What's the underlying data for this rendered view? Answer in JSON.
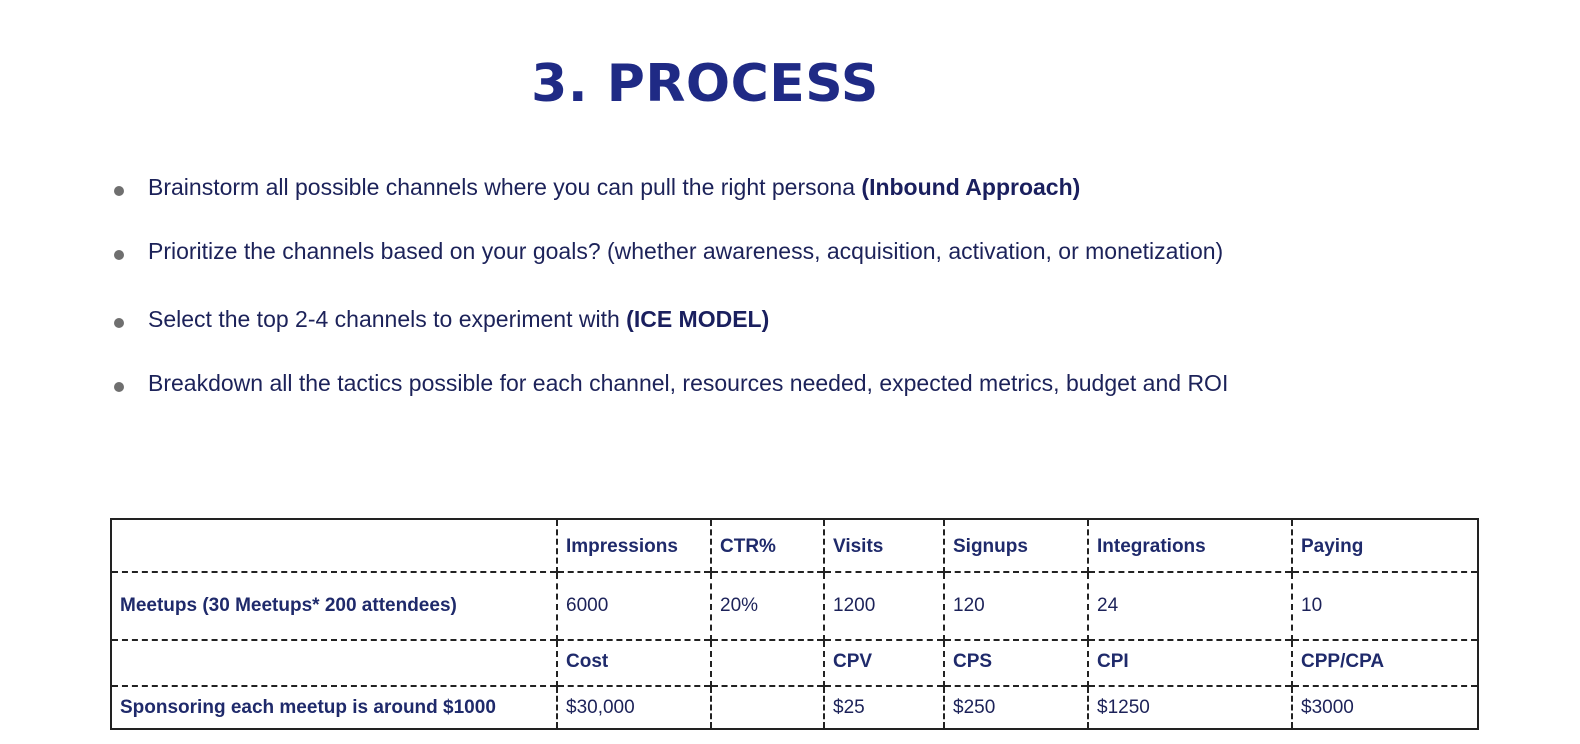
{
  "slide": {
    "title": "3. PROCESS",
    "bullets": [
      {
        "text": "Brainstorm all possible channels where you can pull the right persona ",
        "emphasis": "(Inbound Approach)"
      },
      {
        "text": "Prioritize the channels based on your goals? (whether awareness, acquisition, activation, or monetization)",
        "emphasis": ""
      },
      {
        "text": "Select the top 2-4 channels to experiment with ",
        "emphasis": "(ICE MODEL)"
      },
      {
        "text": "Breakdown all the tactics possible for each channel, resources needed, expected metrics, budget and ROI",
        "emphasis": ""
      }
    ],
    "bullet_color": "#6f6f6f",
    "text_color": "#1c2259",
    "title_color": "#1f2a85"
  },
  "table": {
    "funnel_headers": [
      "",
      "Impressions",
      "CTR%",
      "Visits",
      "Signups",
      "Integrations",
      "Paying"
    ],
    "funnel_row": {
      "label": "Meetups (30 Meetups* 200 attendees)",
      "values": [
        "6000",
        "20%",
        "1200",
        "120",
        "24",
        "10"
      ]
    },
    "cost_headers": [
      "",
      "Cost",
      "",
      "CPV",
      "CPS",
      "CPI",
      "CPP/CPA"
    ],
    "cost_row": {
      "label": "Sponsoring each meetup is around $1000",
      "values": [
        "$30,000",
        "",
        "$25",
        "$250",
        "$1250",
        "$3000"
      ]
    }
  }
}
